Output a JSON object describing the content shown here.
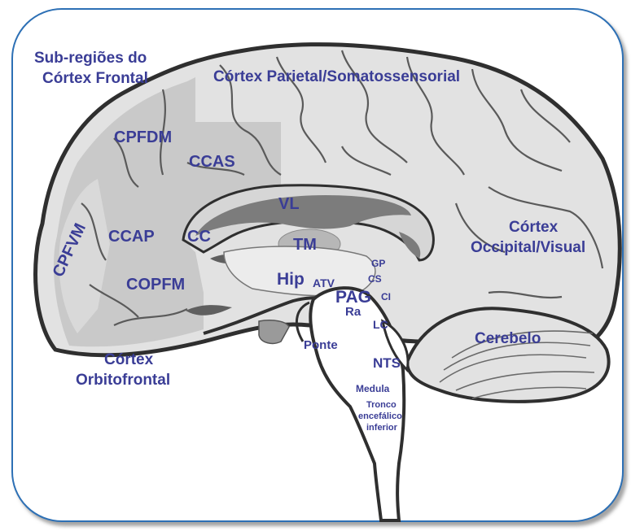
{
  "labels": {
    "frontal_subregions_1": "Sub-regiões do",
    "frontal_subregions_2": "Córtex Frontal",
    "parietal": "Córtex Parietal/Somatossensorial",
    "cpfdm": "CPFDM",
    "ccas": "CCAS",
    "cpfvm": "CPFVM",
    "ccap": "CCAP",
    "cc": "CC",
    "copfm": "COPFM",
    "vl": "VL",
    "tm": "TM",
    "hip": "Hip",
    "atv": "ATV",
    "pag": "PAG",
    "ra": "Ra",
    "gp": "GP",
    "cs": "CS",
    "ci": "CI",
    "lc": "LC",
    "occipital_1": "Córtex",
    "occipital_2": "Occipital/Visual",
    "cerebelo": "Cerebelo",
    "orbitofrontal_1": "Córtex",
    "orbitofrontal_2": "Orbitofrontal",
    "ponte": "Ponte",
    "nts": "NTS",
    "medula": "Medula",
    "tronco_1": "Tronco",
    "tronco_2": "encefálico",
    "tronco_3": "inferior"
  },
  "colors": {
    "label": "#3a3d96",
    "frame_border": "#2d70b5",
    "brain_fill": "#e2e2e2",
    "frontal_shade": "#c9c9c9",
    "ventricle": "#7c7c7c",
    "outline": "#2f2f2f"
  }
}
